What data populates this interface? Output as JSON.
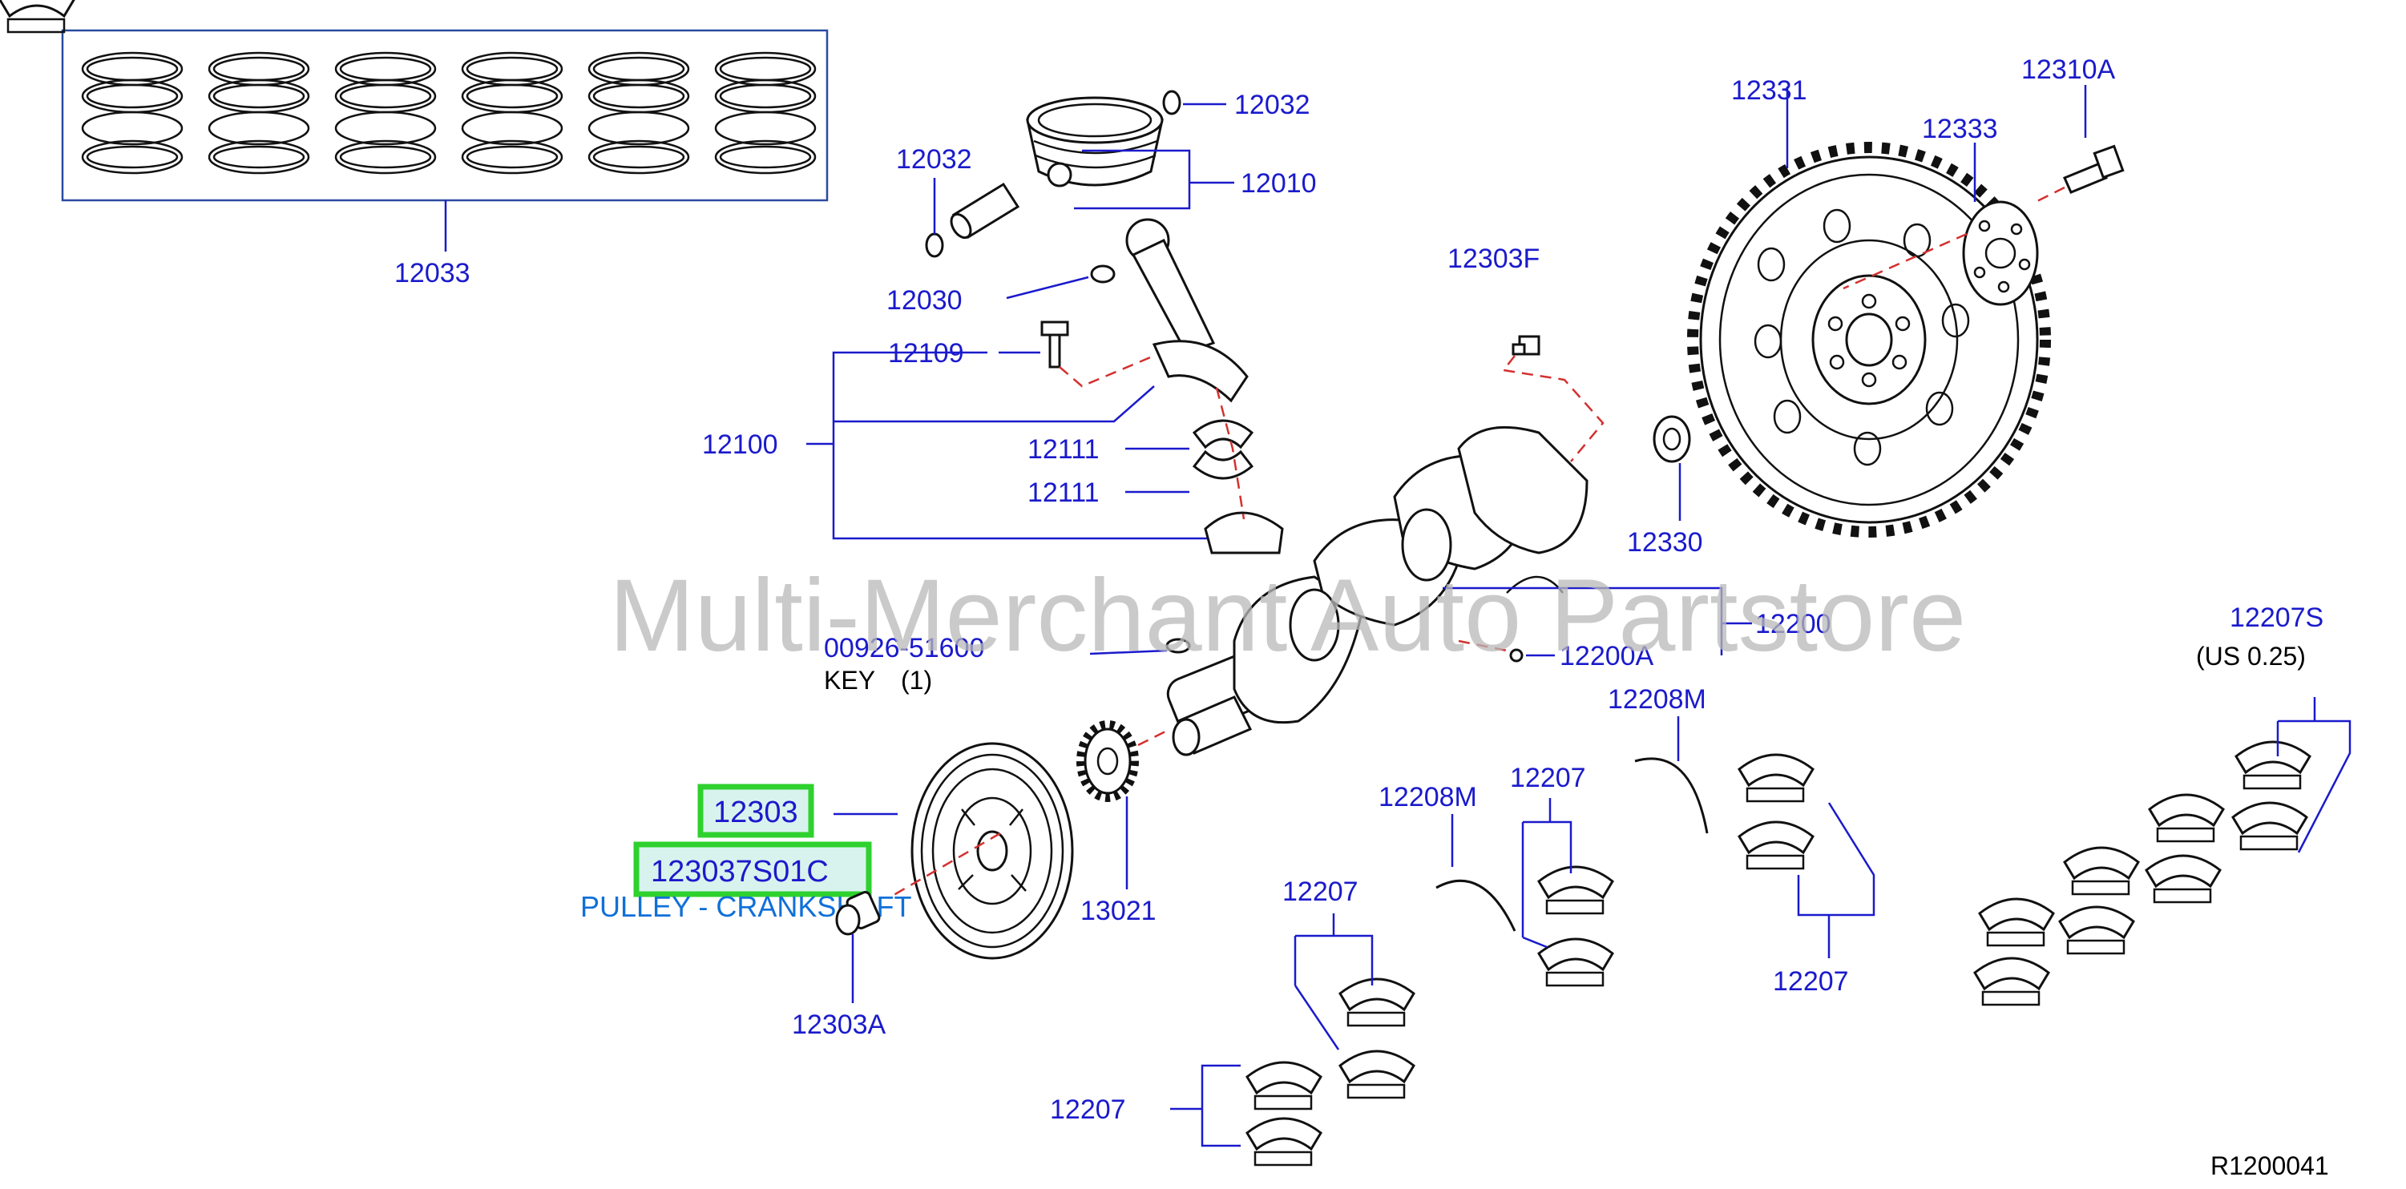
{
  "labels": {
    "p12033": "12033",
    "p12032a": "12032",
    "p12032b": "12032",
    "p12010": "12010",
    "p12030": "12030",
    "p12109": "12109",
    "p12100": "12100",
    "p12111a": "12111",
    "p12111b": "12111",
    "p12303F": "12303F",
    "p12331": "12331",
    "p12310A": "12310A",
    "p12333": "12333",
    "p12330": "12330",
    "p12200": "12200",
    "p12200A": "12200A",
    "p00926": "00926-51600",
    "key": "KEY",
    "key_qty": "(1)",
    "p12207S": "12207S",
    "us_size": "(US  0.25)",
    "p12208Ma": "12208M",
    "p12208Mb": "12208M",
    "p12207a": "12207",
    "p12207b": "12207",
    "p12207c": "12207",
    "p12207d": "12207",
    "p12303": "12303",
    "p123037S01C": "123037S01C",
    "pulley_desc": "PULLEY - CRANKSHAFT",
    "p13021": "13021",
    "p12303A": "12303A",
    "diagram_id": "R1200041"
  },
  "watermark": "Multi-Merchant Auto Partstore",
  "colors": {
    "label": "#1a1acc",
    "highlight_border": "#2ed12e",
    "highlight_fill": "#d8f3ee",
    "pulley_text": "#1070d8",
    "dash": "#d43030"
  }
}
